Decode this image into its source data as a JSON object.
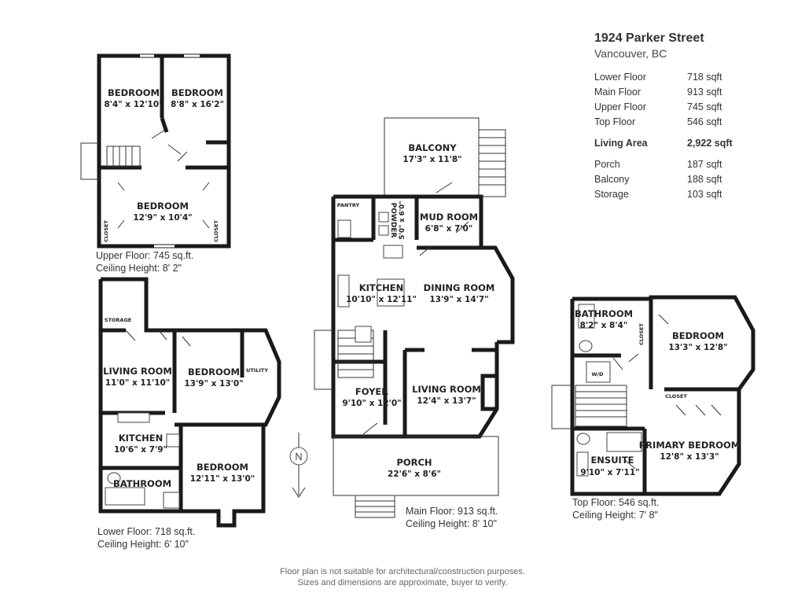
{
  "header": {
    "address": "1924 Parker Street",
    "city": "Vancouver, BC"
  },
  "areas": [
    {
      "label": "Lower Floor",
      "value": "718 sqft"
    },
    {
      "label": "Main Floor",
      "value": "913 sqft"
    },
    {
      "label": "Upper Floor",
      "value": "745 sqft"
    },
    {
      "label": "Top Floor",
      "value": "546 sqft"
    },
    {
      "label": "Living Area",
      "value": "2,922 sqft",
      "bold": true
    },
    {
      "label": "Porch",
      "value": "187 sqft"
    },
    {
      "label": "Balcony",
      "value": "188 sqft"
    },
    {
      "label": "Storage",
      "value": "103 sqft"
    }
  ],
  "upper": {
    "caption1": "Upper Floor: 745 sq.ft.",
    "caption2": "Ceiling Height: 8' 2\"",
    "bed1": {
      "name": "BEDROOM",
      "dims": "8'4\" x 12'10\""
    },
    "bed2": {
      "name": "BEDROOM",
      "dims": "8'8\" x 16'2\""
    },
    "bed3": {
      "name": "BEDROOM",
      "dims": "12'9\" x 10'4\""
    },
    "closet": "CLOSET"
  },
  "main": {
    "caption1": "Main Floor: 913 sq.ft.",
    "caption2": "Ceiling Height: 8' 10\"",
    "balcony": {
      "name": "BALCONY",
      "dims": "17'3\" x 11'8\""
    },
    "pantry": "PANTRY",
    "powder": {
      "name": "POWDER",
      "dims": "5'0\" x 6'0\""
    },
    "mud": {
      "name": "MUD ROOM",
      "dims": "6'8\" x 7'0\""
    },
    "kitchen": {
      "name": "KITCHEN",
      "dims": "10'10\" x 12'11\""
    },
    "dining": {
      "name": "DINING ROOM",
      "dims": "13'9\" x 14'7\""
    },
    "foyer": {
      "name": "FOYER",
      "dims": "9'10\" x 12'0\""
    },
    "living": {
      "name": "LIVING ROOM",
      "dims": "12'4\" x 13'7\""
    },
    "porch": {
      "name": "PORCH",
      "dims": "22'6\" x 8'6\""
    }
  },
  "lower": {
    "caption1": "Lower Floor: 718 sq.ft.",
    "caption2": "Ceiling Height: 6' 10\"",
    "storage": "STORAGE",
    "utility": "UTILITY",
    "living": {
      "name": "LIVING ROOM",
      "dims": "11'0\" x 11'10\""
    },
    "bed1": {
      "name": "BEDROOM",
      "dims": "13'9\" x 13'0\""
    },
    "kitchen": {
      "name": "KITCHEN",
      "dims": "10'6\" x 7'9\""
    },
    "bath": {
      "name": "BATHROOM"
    },
    "bed2": {
      "name": "BEDROOM",
      "dims": "12'11\" x 13'0\""
    }
  },
  "top": {
    "caption1": "Top Floor: 546 sq.ft.",
    "caption2": "Ceiling Height: 7' 8\"",
    "bath": {
      "name": "BATHROOM",
      "dims": "8'2\" x 8'4\""
    },
    "closet": "CLOSET",
    "wd": "W/D",
    "bed": {
      "name": "BEDROOM",
      "dims": "13'3\" x 12'8\""
    },
    "primary": {
      "name": "PRIMARY BEDROOM",
      "dims": "12'8\" x 13'3\""
    },
    "ensuite": {
      "name": "ENSUITE",
      "dims": "9'10\" x 7'11\""
    }
  },
  "compass": "N",
  "disclaimer": {
    "line1": "Floor plan is not suitable for architectural/construction purposes.",
    "line2": "Sizes and dimensions are approximate, buyer to verify."
  }
}
